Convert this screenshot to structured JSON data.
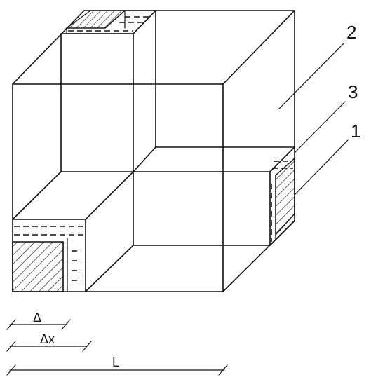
{
  "labels": {
    "one": "1",
    "two": "2",
    "three": "3"
  },
  "dimensions": {
    "delta": "Δ",
    "delta_x": "Δx",
    "length": "L"
  }
}
